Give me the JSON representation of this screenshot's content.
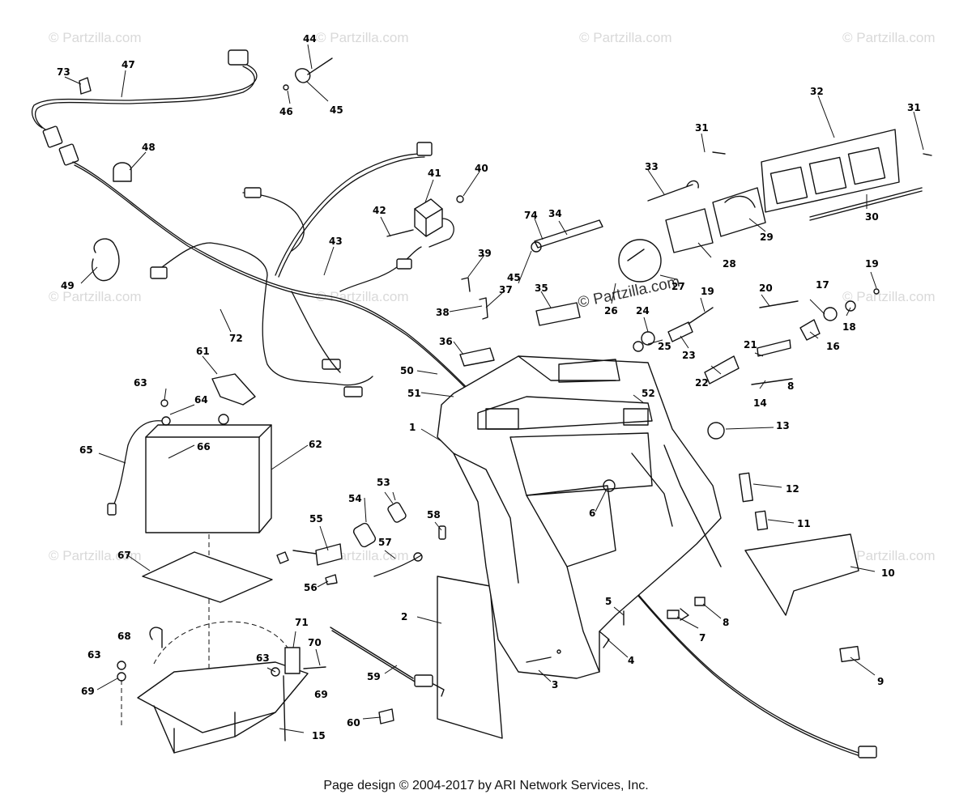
{
  "watermark": "© Partzilla.com",
  "watermark_center": "© Partzilla.com",
  "footer": "Page design © 2004-2017 by ARI Network Services, Inc.",
  "callouts": [
    {
      "num": "1",
      "name": "callout-1"
    },
    {
      "num": "2",
      "name": "callout-2"
    },
    {
      "num": "3",
      "name": "callout-3"
    },
    {
      "num": "4",
      "name": "callout-4"
    },
    {
      "num": "5",
      "name": "callout-5"
    },
    {
      "num": "6",
      "name": "callout-6"
    },
    {
      "num": "7",
      "name": "callout-7"
    },
    {
      "num": "8",
      "name": "callout-8"
    },
    {
      "num": "8",
      "name": "callout-8b"
    },
    {
      "num": "9",
      "name": "callout-9"
    },
    {
      "num": "10",
      "name": "callout-10"
    },
    {
      "num": "11",
      "name": "callout-11"
    },
    {
      "num": "12",
      "name": "callout-12"
    },
    {
      "num": "13",
      "name": "callout-13"
    },
    {
      "num": "14",
      "name": "callout-14"
    },
    {
      "num": "15",
      "name": "callout-15"
    },
    {
      "num": "16",
      "name": "callout-16"
    },
    {
      "num": "17",
      "name": "callout-17"
    },
    {
      "num": "18",
      "name": "callout-18"
    },
    {
      "num": "19",
      "name": "callout-19a"
    },
    {
      "num": "19",
      "name": "callout-19b"
    },
    {
      "num": "20",
      "name": "callout-20"
    },
    {
      "num": "21",
      "name": "callout-21"
    },
    {
      "num": "22",
      "name": "callout-22"
    },
    {
      "num": "23",
      "name": "callout-23"
    },
    {
      "num": "24",
      "name": "callout-24"
    },
    {
      "num": "25",
      "name": "callout-25"
    },
    {
      "num": "26",
      "name": "callout-26"
    },
    {
      "num": "27",
      "name": "callout-27"
    },
    {
      "num": "28",
      "name": "callout-28"
    },
    {
      "num": "29",
      "name": "callout-29"
    },
    {
      "num": "30",
      "name": "callout-30"
    },
    {
      "num": "31",
      "name": "callout-31a"
    },
    {
      "num": "31",
      "name": "callout-31b"
    },
    {
      "num": "32",
      "name": "callout-32"
    },
    {
      "num": "33",
      "name": "callout-33"
    },
    {
      "num": "34",
      "name": "callout-34"
    },
    {
      "num": "35",
      "name": "callout-35"
    },
    {
      "num": "36",
      "name": "callout-36"
    },
    {
      "num": "37",
      "name": "callout-37"
    },
    {
      "num": "38",
      "name": "callout-38"
    },
    {
      "num": "39",
      "name": "callout-39"
    },
    {
      "num": "40",
      "name": "callout-40"
    },
    {
      "num": "41",
      "name": "callout-41"
    },
    {
      "num": "42",
      "name": "callout-42"
    },
    {
      "num": "43",
      "name": "callout-43"
    },
    {
      "num": "44",
      "name": "callout-44"
    },
    {
      "num": "45",
      "name": "callout-45a"
    },
    {
      "num": "45",
      "name": "callout-45b"
    },
    {
      "num": "46",
      "name": "callout-46"
    },
    {
      "num": "47",
      "name": "callout-47"
    },
    {
      "num": "48",
      "name": "callout-48"
    },
    {
      "num": "49",
      "name": "callout-49"
    },
    {
      "num": "50",
      "name": "callout-50"
    },
    {
      "num": "51",
      "name": "callout-51"
    },
    {
      "num": "52",
      "name": "callout-52"
    },
    {
      "num": "53",
      "name": "callout-53"
    },
    {
      "num": "54",
      "name": "callout-54"
    },
    {
      "num": "55",
      "name": "callout-55"
    },
    {
      "num": "56",
      "name": "callout-56"
    },
    {
      "num": "57",
      "name": "callout-57"
    },
    {
      "num": "58",
      "name": "callout-58"
    },
    {
      "num": "59",
      "name": "callout-59"
    },
    {
      "num": "60",
      "name": "callout-60"
    },
    {
      "num": "61",
      "name": "callout-61"
    },
    {
      "num": "62",
      "name": "callout-62"
    },
    {
      "num": "63",
      "name": "callout-63a"
    },
    {
      "num": "63",
      "name": "callout-63b"
    },
    {
      "num": "63",
      "name": "callout-63c"
    },
    {
      "num": "64",
      "name": "callout-64"
    },
    {
      "num": "65",
      "name": "callout-65"
    },
    {
      "num": "66",
      "name": "callout-66"
    },
    {
      "num": "67",
      "name": "callout-67"
    },
    {
      "num": "68",
      "name": "callout-68"
    },
    {
      "num": "69",
      "name": "callout-69a"
    },
    {
      "num": "69",
      "name": "callout-69b"
    },
    {
      "num": "70",
      "name": "callout-70"
    },
    {
      "num": "71",
      "name": "callout-71"
    },
    {
      "num": "72",
      "name": "callout-72"
    },
    {
      "num": "73",
      "name": "callout-73"
    },
    {
      "num": "74",
      "name": "callout-74"
    }
  ]
}
